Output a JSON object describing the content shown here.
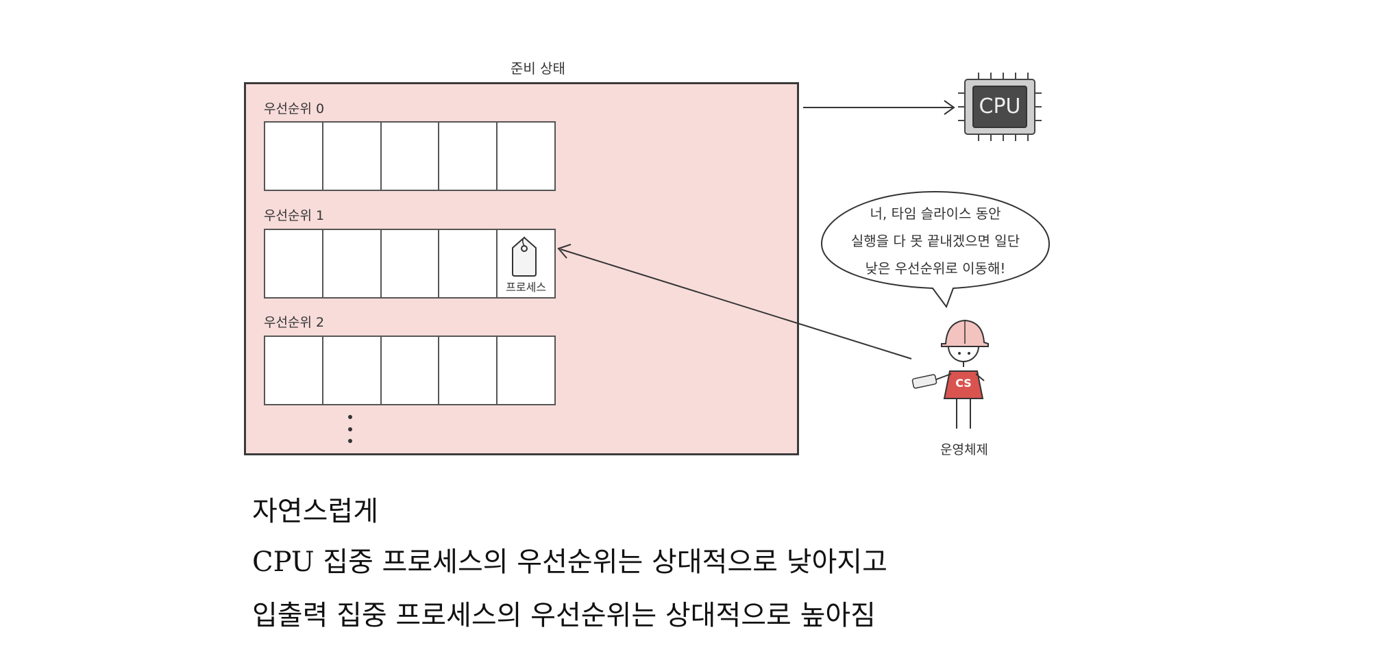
{
  "ready_state": {
    "title": "준비 상태",
    "queues": [
      {
        "label": "우선순위 0",
        "process_slot": null
      },
      {
        "label": "우선순위 1",
        "process_slot": 4,
        "process_label": "프로세스"
      },
      {
        "label": "우선순위 2",
        "process_slot": null
      }
    ],
    "slots_per_queue": 5
  },
  "cpu": {
    "label": "CPU"
  },
  "speech_bubble": {
    "lines": [
      "너, 타임 슬라이스 동안",
      "실행을 다 못 끝내겠으면 일단",
      "낮은 우선순위로 이동해!"
    ]
  },
  "os": {
    "badge": "CS",
    "label": "운영체제"
  },
  "caption": {
    "lines": [
      "자연스럽게",
      "CPU 집중 프로세스의 우선순위는 상대적으로 낮아지고",
      "입출력 집중 프로세스의 우선순위는 상대적으로 높아짐"
    ]
  },
  "colors": {
    "ready_bg": "#f7dcda",
    "os_helmet": "#f3c3c0",
    "os_shirt": "#d9534f",
    "cpu_body": "#cfcfcf",
    "cpu_core": "#4a4a4a"
  }
}
